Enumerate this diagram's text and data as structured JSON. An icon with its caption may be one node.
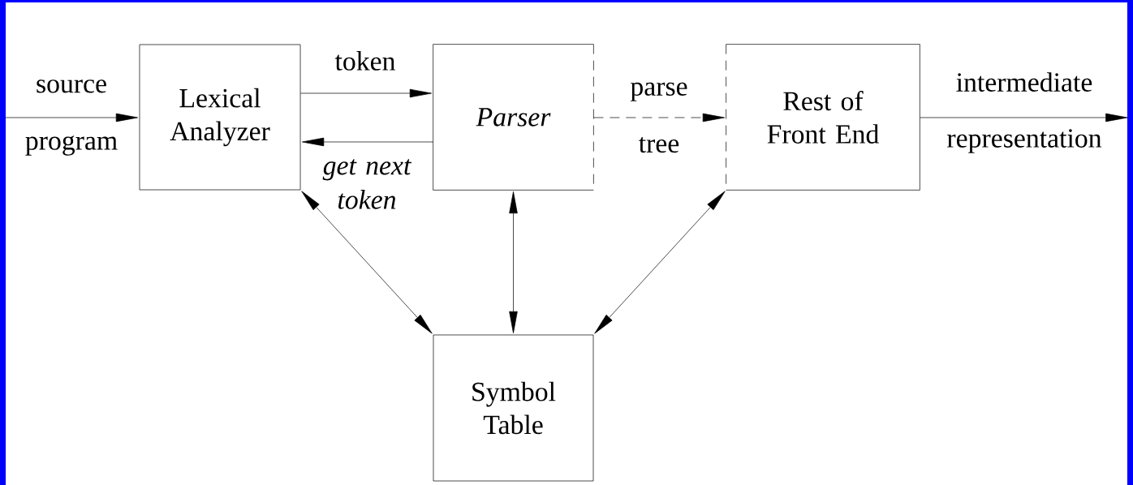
{
  "diagram": {
    "nodes": [
      {
        "text": [
          "Lexical Analyzer"
        ]
      },
      {
        "text": [
          "Parser"
        ]
      },
      {
        "text": [
          "Rest of Front End"
        ]
      },
      {
        "text": [
          "Symbol Table"
        ]
      }
    ],
    "edges": [
      {
        "from": null,
        "to": 0,
        "arrow": "to",
        "label": "source program"
      },
      {
        "from": 0,
        "to": 1,
        "arrow": "to",
        "label": "token"
      },
      {
        "from": 1,
        "to": 0,
        "arrow": "to",
        "label": "get next token"
      },
      {
        "from": 1,
        "to": 2,
        "arrow": "to",
        "label": "parse tree",
        "style": "dashed"
      },
      {
        "from": 2,
        "to": null,
        "arrow": "to",
        "label": "intermediate representation"
      },
      {
        "from": 0,
        "to": 3,
        "arrow": "both"
      },
      {
        "from": 1,
        "to": 3,
        "arrow": "both"
      },
      {
        "from": 2,
        "to": 3,
        "arrow": "both"
      }
    ]
  }
}
